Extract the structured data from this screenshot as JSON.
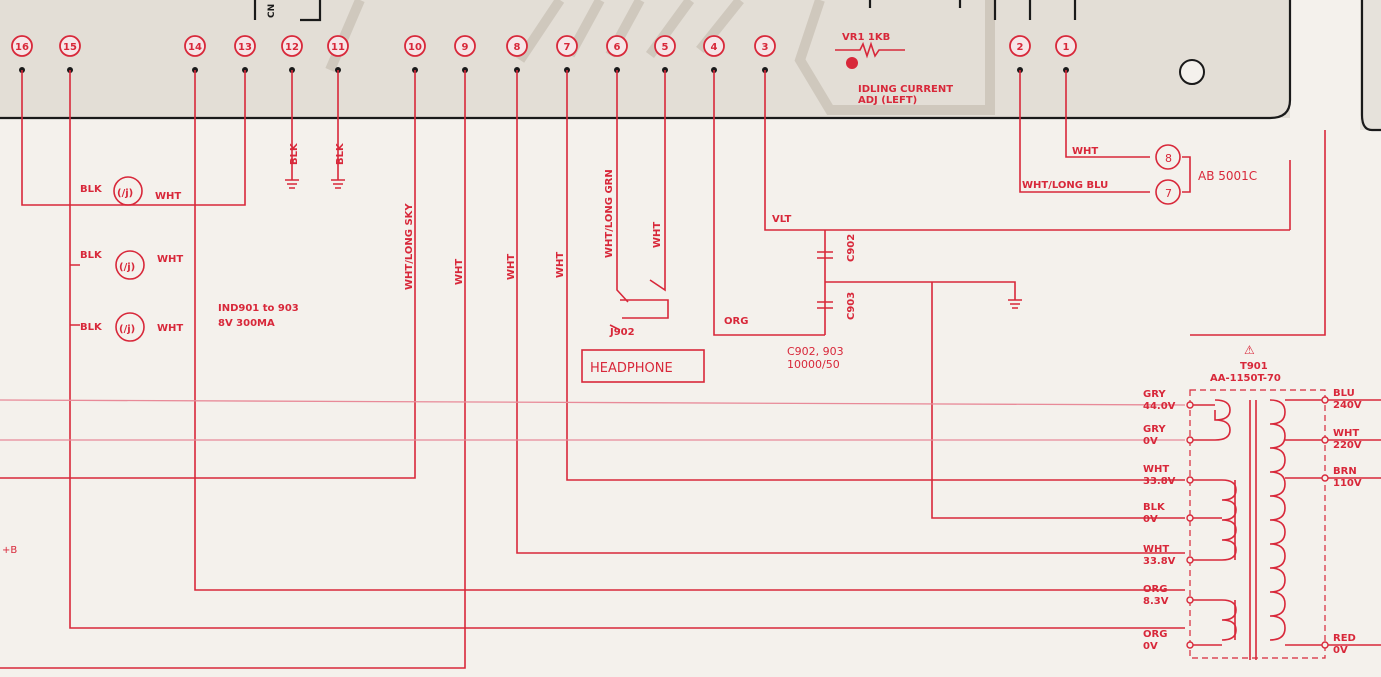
{
  "pins": [
    "16",
    "15",
    "14",
    "13",
    "12",
    "11",
    "10",
    "9",
    "8",
    "7",
    "6",
    "5",
    "4",
    "3",
    "2",
    "1"
  ],
  "vr": {
    "label": "VR1  1KB",
    "caption_1": "IDLING CURRENT",
    "caption_2": "ADJ  (LEFT)"
  },
  "top_labels": {
    "cn": "CN",
    "blk1": "BLK",
    "blk2": "BLK"
  },
  "lamps": {
    "left": [
      "BLK",
      "BLK",
      "BLK"
    ],
    "right": [
      "WHT",
      "WHT",
      "WHT"
    ],
    "symbol": "(/j)",
    "note_1": "IND901 to 903",
    "note_2": "8V  300MA"
  },
  "vertical_wires": {
    "w10": "WHT/LONG SKY",
    "w9": "WHT",
    "w8": "WHT",
    "w7": "WHT",
    "w6": "WHT/LONG GRN",
    "w5": "WHT"
  },
  "headphone": {
    "jack": "J902",
    "box": "HEADPHONE",
    "org": "ORG"
  },
  "caps": {
    "c902": "C902",
    "c903": "C903",
    "note_1": "C902, 903",
    "note_2": "10000/50"
  },
  "vlt": "VLT",
  "ab": {
    "wht": "WHT",
    "wht_long_blu": "WHT/LONG BLU",
    "node8": "8",
    "node7": "7",
    "label": "AB 5001C"
  },
  "transformer": {
    "warning": "⚠",
    "ref": "T901",
    "part": "AA-1150T-70",
    "secondary": [
      {
        "color": "GRY",
        "voltage": "44.0V"
      },
      {
        "color": "GRY",
        "voltage": "0V"
      },
      {
        "color": "WHT",
        "voltage": "33.8V"
      },
      {
        "color": "BLK",
        "voltage": "0V"
      },
      {
        "color": "WHT",
        "voltage": "33.8V"
      },
      {
        "color": "ORG",
        "voltage": "8.3V"
      },
      {
        "color": "ORG",
        "voltage": "0V"
      }
    ],
    "primary": [
      {
        "color": "BLU",
        "voltage": "240V"
      },
      {
        "color": "WHT",
        "voltage": "220V"
      },
      {
        "color": "BRN",
        "voltage": "110V"
      },
      {
        "color": "RED",
        "voltage": "0V"
      }
    ]
  },
  "plus_b": "+B",
  "colors": {
    "ink": "#d8283a",
    "paper": "#f4f1ec",
    "board": "#e3ded6"
  }
}
